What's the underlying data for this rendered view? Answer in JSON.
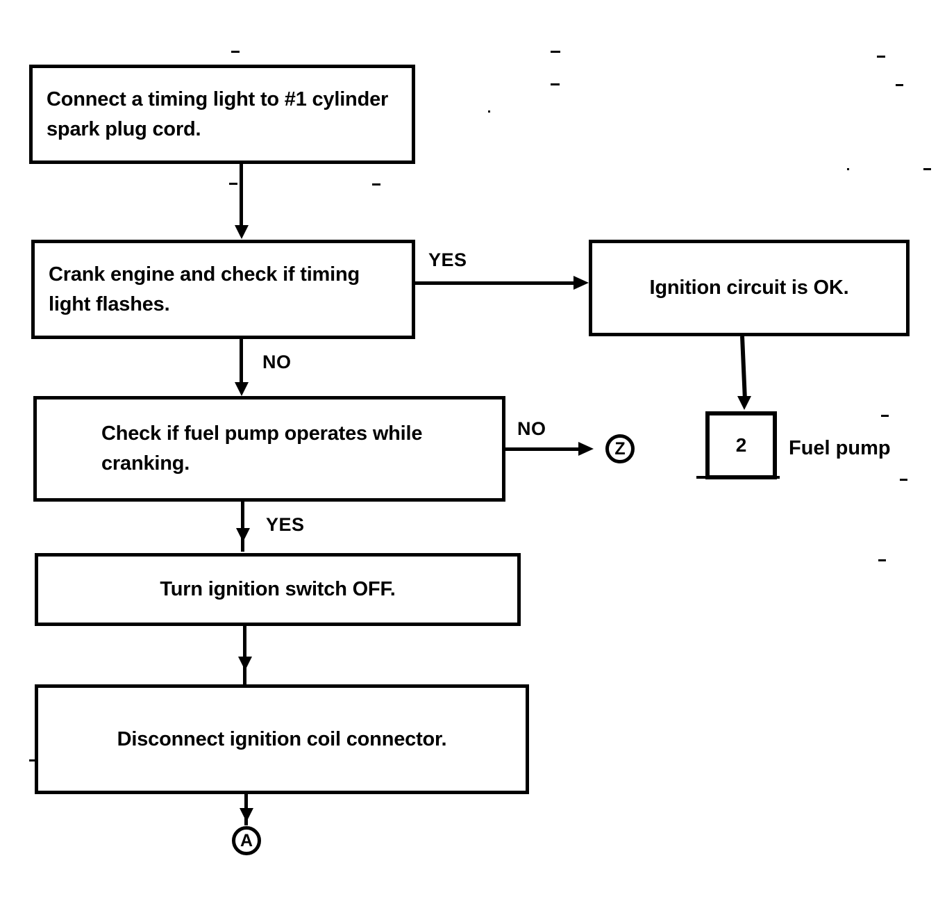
{
  "diagram": {
    "title": "Ignition / fuel pump troubleshooting flowchart",
    "line_color": "#000000",
    "background": "#ffffff",
    "nodes": [
      {
        "id": "n1",
        "type": "process",
        "text": "Connect a timing light to #1 cylinder\nspark plug cord."
      },
      {
        "id": "n2",
        "type": "decision",
        "text": "Crank engine and check if timing\nlight flashes."
      },
      {
        "id": "n3",
        "type": "terminator",
        "text": "Ignition circuit is OK."
      },
      {
        "id": "n4",
        "type": "decision",
        "text": "Check if fuel pump operates while\ncranking."
      },
      {
        "id": "n5",
        "type": "process",
        "text": "Turn ignition switch OFF."
      },
      {
        "id": "n6",
        "type": "process",
        "text": "Disconnect ignition coil connector."
      }
    ],
    "reference": {
      "number": "2",
      "label": "Fuel pump"
    },
    "connectors": [
      {
        "id": "c-z",
        "symbol": "Z"
      },
      {
        "id": "c-a",
        "symbol": "A"
      }
    ],
    "edge_labels": {
      "yes_to_ok": "YES",
      "no_to_fuel_check": "NO",
      "no_to_z": "NO",
      "yes_to_ignition_off": "YES"
    }
  }
}
